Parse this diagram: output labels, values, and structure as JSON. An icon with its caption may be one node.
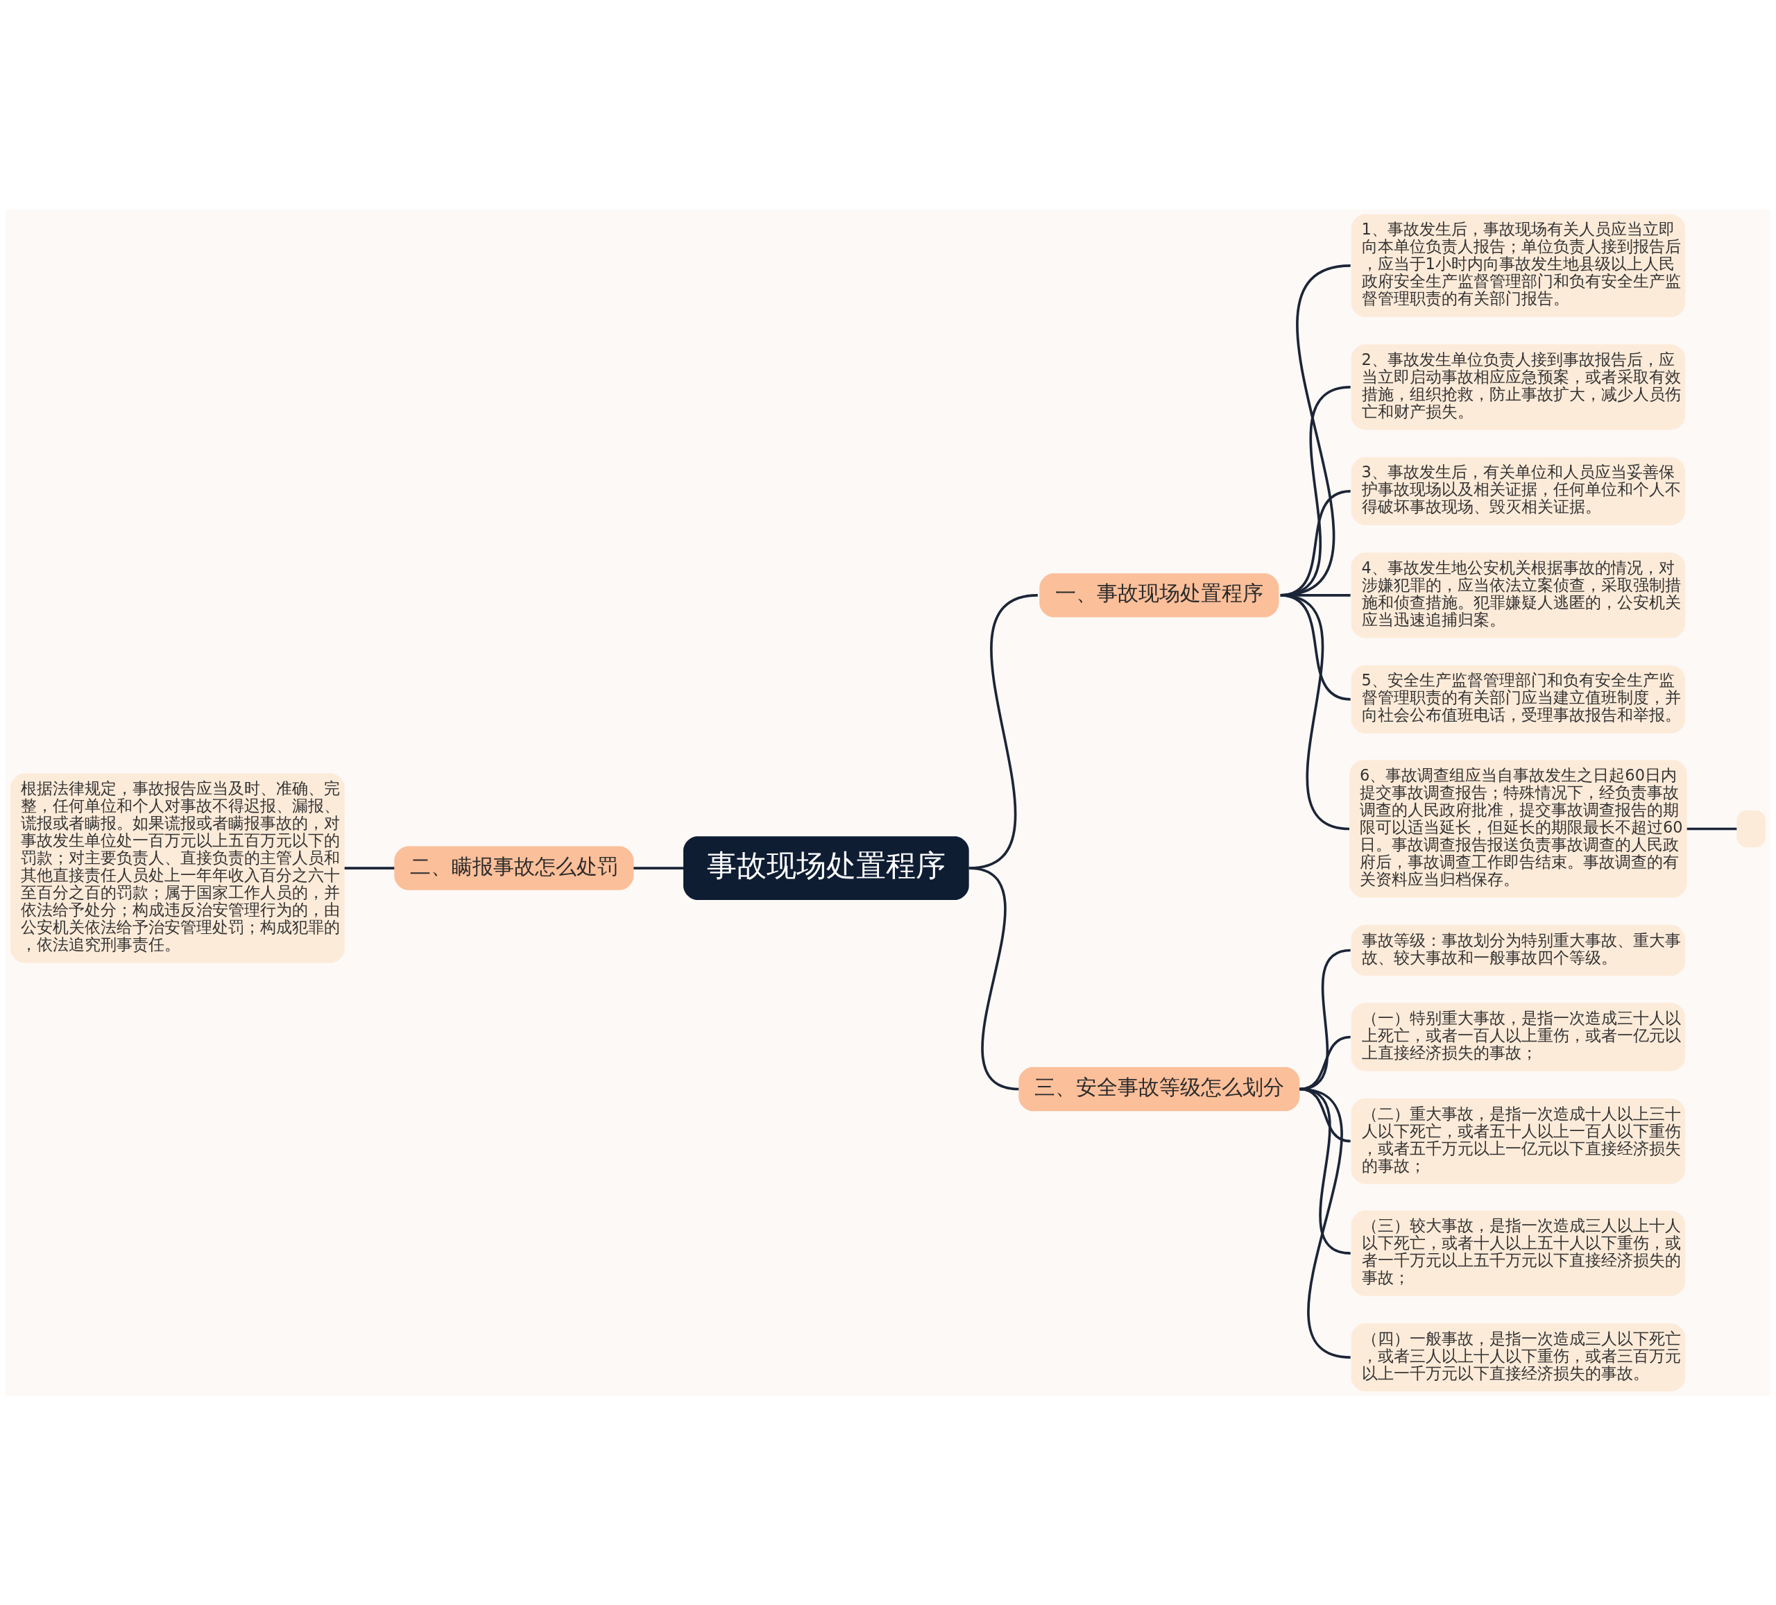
{
  "diagram": {
    "nodes": [
      {
        "text": [
          "事故现场处置程序"
        ]
      },
      {
        "text": [
          "一、事故现场处置程序"
        ]
      },
      {
        "text": [
          "1、事故发生后，事故现场有关人员应当立即向本单位负责人报告；单位负责人接到报告后，应当于1小时内向事故发生地县级以上人民政府安全生产监督管理部门和负有安全生产监督管理职责的有关部门报告。"
        ]
      },
      {
        "text": [
          "2、事故发生单位负责人接到事故报告后，应当立即启动事故相应应急预案，或者采取有效措施，组织抢救，防止事故扩大，减少人员伤亡和财产损失。"
        ]
      },
      {
        "text": [
          "3、事故发生后，有关单位和人员应当妥善保护事故现场以及相关证据，任何单位和个人不得破坏事故现场、毁灭相关证据。"
        ]
      },
      {
        "text": [
          "4、事故发生地公安机关根据事故的情况，对涉嫌犯罪的，应当依法立案侦查，采取强制措施和侦查措施。犯罪嫌疑人逃匿的，公安机关应当迅速追捕归案。"
        ]
      },
      {
        "text": [
          "5、安全生产监督管理部门和负有安全生产监督管理职责的有关部门应当建立值班制度，并向社会公布值班电话，受理事故报告和举报。"
        ]
      },
      {
        "text": [
          "6、事故调查组应当自事故发生之日起60日内提交事故调查报告；特殊情况下，经负责事故调查的人民政府批准，提交事故调查报告的期限可以适当延长，但延长的期限最长不超过60日。事故调查报告报送负责事故调查的人民政府后，事故调查工作即告结束。事故调查的有关资料应当归档保存。"
        ]
      },
      {
        "text": [],
        "shape": "box"
      },
      {
        "text": [
          "二、瞒报事故怎么处罚"
        ]
      },
      {
        "text": [
          "根据法律规定，事故报告应当及时、准确、完整，任何单位和个人对事故不得迟报、漏报、谎报或者瞒报。如果谎报或者瞒报事故的，对事故发生单位处一百万元以上五百万元以下的罚款；对主要负责人、直接负责的主管人员和其他直接责任人员处上一年年收入百分之六十至百分之百的罚款；属于国家工作人员的，并依法给予处分；构成违反治安管理行为的，由公安机关依法给予治安管理处罚；构成犯罪的，依法追究刑事责任。"
        ]
      },
      {
        "text": [
          "三、安全事故等级怎么划分"
        ]
      },
      {
        "text": [
          "事故等级：事故划分为特别重大事故、重大事故、较大事故和一般事故四个等级。"
        ]
      },
      {
        "text": [
          "（一）特别重大事故，是指一次造成三十人以上死亡，或者一百人以上重伤，或者一亿元以上直接经济损失的事故；"
        ]
      },
      {
        "text": [
          "（二）重大事故，是指一次造成十人以上三十人以下死亡，或者五十人以上一百人以下重伤，或者五千万元以上一亿元以下直接经济损失的事故；"
        ]
      },
      {
        "text": [
          "（三）较大事故，是指一次造成三人以上十人以下死亡，或者十人以上五十人以下重伤，或者一千万元以上五千万元以下直接经济损失的事故；"
        ]
      },
      {
        "text": [
          "（四）一般事故，是指一次造成三人以下死亡，或者三人以上十人以下重伤，或者三百万元以上一千万元以下直接经济损失的事故。"
        ]
      }
    ],
    "edges": [
      {
        "from": 0,
        "to": 1,
        "arrow": "none"
      },
      {
        "from": 1,
        "to": 2,
        "arrow": "none"
      },
      {
        "from": 1,
        "to": 3,
        "arrow": "none"
      },
      {
        "from": 1,
        "to": 4,
        "arrow": "none"
      },
      {
        "from": 1,
        "to": 5,
        "arrow": "none"
      },
      {
        "from": 1,
        "to": 6,
        "arrow": "none"
      },
      {
        "from": 1,
        "to": 7,
        "arrow": "none"
      },
      {
        "from": 7,
        "to": 8,
        "arrow": "none"
      },
      {
        "from": 0,
        "to": 9,
        "arrow": "none"
      },
      {
        "from": 9,
        "to": 10,
        "arrow": "none"
      },
      {
        "from": 0,
        "to": 11,
        "arrow": "none"
      },
      {
        "from": 11,
        "to": 12,
        "arrow": "none"
      },
      {
        "from": 11,
        "to": 13,
        "arrow": "none"
      },
      {
        "from": 11,
        "to": 14,
        "arrow": "none"
      },
      {
        "from": 11,
        "to": 15,
        "arrow": "none"
      },
      {
        "from": 11,
        "to": 16,
        "arrow": "none"
      }
    ]
  }
}
